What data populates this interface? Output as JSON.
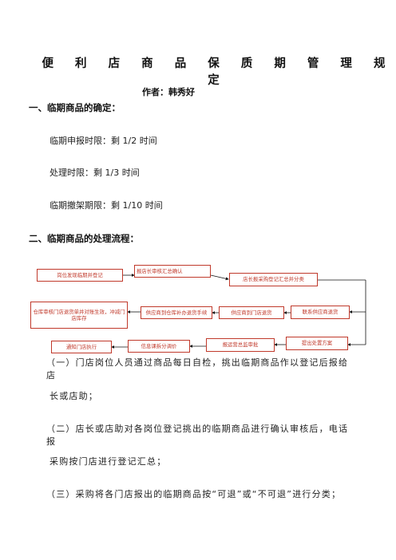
{
  "document": {
    "title": "便 利 店 商 品 保 质 期 管 理 规 定",
    "author": "作者：韩秀好",
    "section1": {
      "heading": "一、临期商品的确定：",
      "lines": [
        "临期申报时限：剩 1/2 时间",
        "处理时限：剩 1/3 时间",
        "临期撤架期限：剩 1/10 时间"
      ]
    },
    "section2": {
      "heading": "二、临期商品的处理流程："
    },
    "flowchart": {
      "boxes": [
        "岗位发现临期并登记",
        "报店长审核汇总确认",
        "店长报采购登记汇总并分类",
        "仓库审核门店退货单并对账生效，冲减门店库存",
        "供应商到仓库补办退货手续",
        "供应商到门店退货",
        "联系供应商退货",
        "通知门店执行",
        "信息课拆分调价",
        "报运营总监审批",
        "提出处置方案"
      ]
    },
    "paragraphs": [
      "（一）门店岗位人员通过商品每日自检，挑出临期商品作以登记后报给店",
      "长或店助；",
      "（二）店长或店助对各岗位登记挑出的临期商品进行确认审核后，电话报",
      "采购按门店进行登记汇总；",
      "（三）采购将各门店报出的临期商品按“可退”或“不可退”进行分类；"
    ]
  }
}
